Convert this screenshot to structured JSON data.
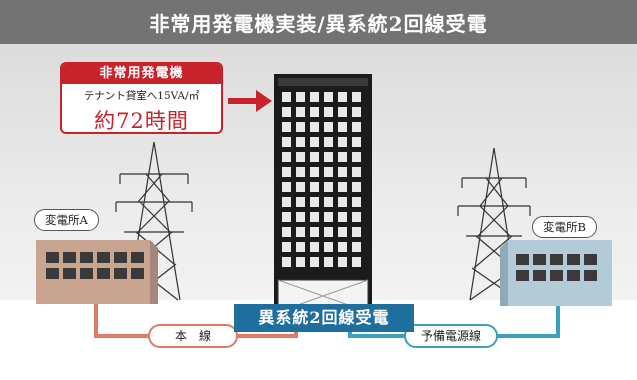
{
  "header": {
    "title": "非常用発電機実装/異系統2回線受電"
  },
  "generator_box": {
    "heading": "非常用発電機",
    "capacity": "テナント貸室へ15VA/㎡",
    "duration": "約72時間"
  },
  "substations": {
    "a_label": "変電所A",
    "b_label": "変電所B"
  },
  "lines": {
    "main_label": "本　線",
    "reserve_label": "予備電源線"
  },
  "footer": {
    "label": "異系統2回線受電"
  },
  "colors": {
    "title_bg": "#737373",
    "accent_red": "#c8222a",
    "main_line": "#e07a62",
    "reserve_line": "#3aa0c0",
    "footer_bg": "#1f6f9e"
  }
}
